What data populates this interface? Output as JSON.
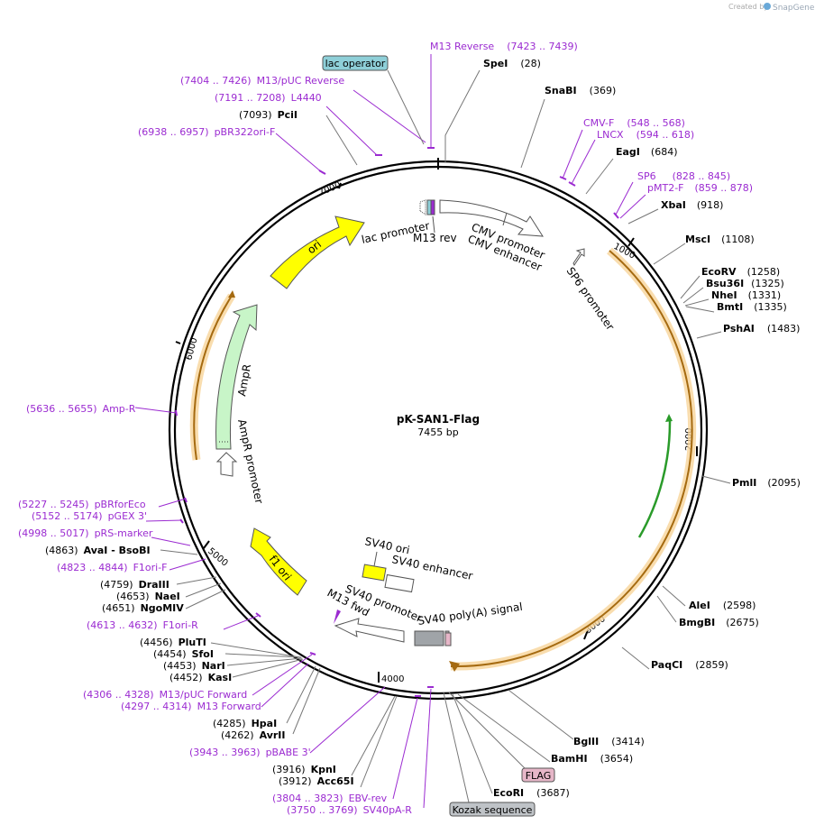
{
  "credit": {
    "created_by": "Created by",
    "brand": "SnapGene"
  },
  "plasmid": {
    "name": "pK-SAN1-Flag",
    "size": "7455 bp"
  },
  "ticks": [
    "1000",
    "2000",
    "3000",
    "4000",
    "5000",
    "6000",
    "7000"
  ],
  "enzymes": [
    {
      "name": "SpeI",
      "pos": "(28)"
    },
    {
      "name": "SnaBI",
      "pos": "(369)"
    },
    {
      "name": "EagI",
      "pos": "(684)"
    },
    {
      "name": "XbaI",
      "pos": "(918)"
    },
    {
      "name": "MscI",
      "pos": "(1108)"
    },
    {
      "name": "EcoRV",
      "pos": "(1258)"
    },
    {
      "name": "Bsu36I",
      "pos": "(1325)"
    },
    {
      "name": "NheI",
      "pos": "(1331)"
    },
    {
      "name": "BmtI",
      "pos": "(1335)"
    },
    {
      "name": "PshAI",
      "pos": "(1483)"
    },
    {
      "name": "PmlI",
      "pos": "(2095)"
    },
    {
      "name": "AleI",
      "pos": "(2598)"
    },
    {
      "name": "BmgBI",
      "pos": "(2675)"
    },
    {
      "name": "PaqCI",
      "pos": "(2859)"
    },
    {
      "name": "BglII",
      "pos": "(3414)"
    },
    {
      "name": "BamHI",
      "pos": "(3654)"
    },
    {
      "name": "EcoRI",
      "pos": "(3687)"
    },
    {
      "name": "Acc65I",
      "pos": "(3912)"
    },
    {
      "name": "KpnI",
      "pos": "(3916)"
    },
    {
      "name": "AvrII",
      "pos": "(4262)"
    },
    {
      "name": "HpaI",
      "pos": "(4285)"
    },
    {
      "name": "KasI",
      "pos": "(4452)"
    },
    {
      "name": "NarI",
      "pos": "(4453)"
    },
    {
      "name": "SfoI",
      "pos": "(4454)"
    },
    {
      "name": "PluTI",
      "pos": "(4456)"
    },
    {
      "name": "NgoMIV",
      "pos": "(4651)"
    },
    {
      "name": "NaeI",
      "pos": "(4653)"
    },
    {
      "name": "DraIII",
      "pos": "(4759)"
    },
    {
      "name": "AvaI - BsoBI",
      "pos": "(4863)"
    },
    {
      "name": "PciI",
      "pos": "(7093)"
    }
  ],
  "primers": [
    {
      "name": "M13 Reverse",
      "pos": "(7423 .. 7439)"
    },
    {
      "name": "M13/pUC Reverse",
      "pos": "(7404 .. 7426)"
    },
    {
      "name": "L4440",
      "pos": "(7191 .. 7208)"
    },
    {
      "name": "pBR322ori-F",
      "pos": "(6938 .. 6957)"
    },
    {
      "name": "CMV-F",
      "pos": "(548 .. 568)"
    },
    {
      "name": "LNCX",
      "pos": "(594 .. 618)"
    },
    {
      "name": "SP6",
      "pos": "(828 .. 845)"
    },
    {
      "name": "pMT2-F",
      "pos": "(859 .. 878)"
    },
    {
      "name": "Amp-R",
      "pos": "(5636 .. 5655)"
    },
    {
      "name": "pBRforEco",
      "pos": "(5227 .. 5245)"
    },
    {
      "name": "pGEX 3'",
      "pos": "(5152 .. 5174)"
    },
    {
      "name": "pRS-marker",
      "pos": "(4998 .. 5017)"
    },
    {
      "name": "F1ori-F",
      "pos": "(4823 .. 4844)"
    },
    {
      "name": "F1ori-R",
      "pos": "(4613 .. 4632)"
    },
    {
      "name": "M13/pUC Forward",
      "pos": "(4306 .. 4328)"
    },
    {
      "name": "M13 Forward",
      "pos": "(4297 .. 4314)"
    },
    {
      "name": "pBABE 3'",
      "pos": "(3943 .. 3963)"
    },
    {
      "name": "EBV-rev",
      "pos": "(3804 .. 3823)"
    },
    {
      "name": "SV40pA-R",
      "pos": "(3750 .. 3769)"
    }
  ],
  "features": [
    {
      "name": "lac promoter"
    },
    {
      "name": "M13 rev"
    },
    {
      "name": "CMV promoter"
    },
    {
      "name": "CMV enhancer"
    },
    {
      "name": "SP6 promoter"
    },
    {
      "name": "ori"
    },
    {
      "name": "AmpR"
    },
    {
      "name": "AmpR promoter"
    },
    {
      "name": "f1 ori"
    },
    {
      "name": "SV40 ori"
    },
    {
      "name": "SV40 enhancer"
    },
    {
      "name": "SV40 promoter"
    },
    {
      "name": "M13 fwd"
    },
    {
      "name": "SV40 poly(A) signal"
    }
  ],
  "boxed_labels": [
    {
      "name": "lac operator",
      "fill": "#8ecfd8"
    },
    {
      "name": "FLAG",
      "fill": "#e6b6c8"
    },
    {
      "name": "Kozak sequence",
      "fill": "#bfc3c7"
    }
  ],
  "colors": {
    "primer": "#9b2bd1",
    "ori": "#ffff00",
    "ampr": "#c8f5c8",
    "orf": "#f0b050",
    "orf_inner": "#2a9b2a",
    "ring": "#000000"
  }
}
